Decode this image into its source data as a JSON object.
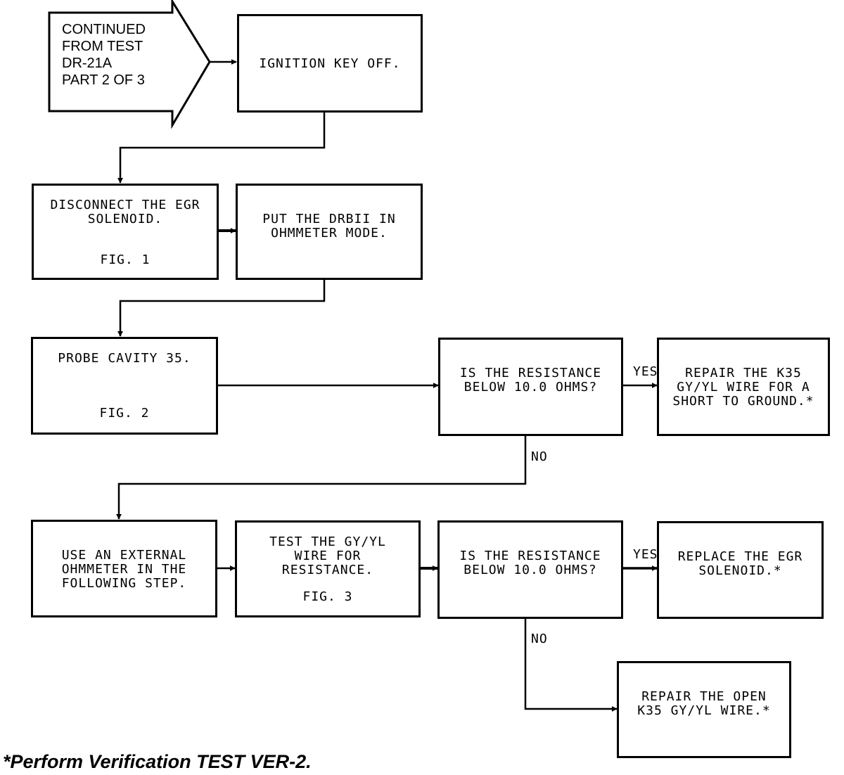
{
  "entry_arrow": {
    "text": "CONTINUED\nFROM TEST\nDR-21A\nPART 2 OF 3"
  },
  "boxes": {
    "ignition": {
      "text": "IGNITION KEY OFF."
    },
    "disconnect": {
      "text": "DISCONNECT THE EGR\nSOLENOID.",
      "fig": "FIG. 1"
    },
    "drbii": {
      "text": "PUT THE DRBII IN\nOHMMETER MODE."
    },
    "probe": {
      "text": "PROBE CAVITY 35.",
      "fig": "FIG. 2"
    },
    "question1": {
      "text": "IS THE RESISTANCE\nBELOW 10.0 OHMS?"
    },
    "repair_short": {
      "text": "REPAIR THE K35\nGY/YL WIRE FOR A\nSHORT TO GROUND.*"
    },
    "external": {
      "text": "USE AN EXTERNAL\nOHMMETER IN THE\nFOLLOWING STEP."
    },
    "test_wire": {
      "text": "TEST THE GY/YL\nWIRE FOR\nRESISTANCE.",
      "fig": "FIG. 3"
    },
    "question2": {
      "text": "IS THE RESISTANCE\nBELOW 10.0 OHMS?"
    },
    "replace": {
      "text": "REPLACE THE EGR\nSOLENOID.*"
    },
    "repair_open": {
      "text": "REPAIR THE OPEN\nK35 GY/YL WIRE.*"
    }
  },
  "labels": {
    "yes1": "YES",
    "no1": "NO",
    "yes2": "YES",
    "no2": "NO"
  },
  "footnote": "*Perform Verification TEST VER-2."
}
